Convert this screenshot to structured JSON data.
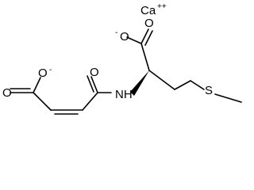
{
  "molecule": {
    "counterion": "Ca",
    "counterion_charge": "++",
    "atoms": {
      "o_top_carboxylate_double": "O",
      "o_top_carboxylate_single": "O",
      "o_top_carboxylate_charge": "-",
      "o_left_carboxylate_double": "O",
      "o_left_carboxylate_single": "O",
      "o_left_carboxylate_charge": "-",
      "o_amide": "O",
      "nitrogen": "NH",
      "sulfur": "S"
    },
    "colors": {
      "ink": "#000000",
      "background": "#ffffff"
    }
  }
}
